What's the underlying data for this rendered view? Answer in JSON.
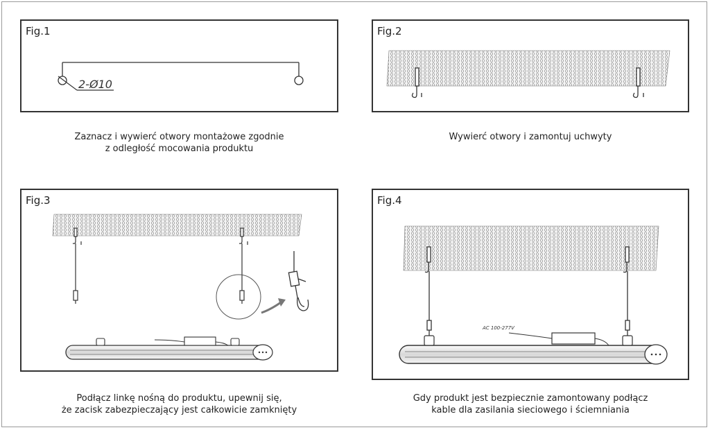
{
  "figures": [
    {
      "label": "Fig.1",
      "annotation": "2-Ø10"
    },
    {
      "label": "Fig.2"
    },
    {
      "label": "Fig.3"
    },
    {
      "label": "Fig.4",
      "annotation": "AC 100-277V"
    }
  ],
  "captions": [
    {
      "line1": "Zaznacz i wywierć otwory montażowe zgodnie",
      "line2": "z odległość mocowania produktu"
    },
    {
      "line1": "Wywierć otwory i zamontuj uchwyty",
      "line2": ""
    },
    {
      "line1": "Podłącz linkę nośną do produktu, upewnij się,",
      "line2": "że zacisk zabezpieczający jest całkowicie zamknięty"
    },
    {
      "line1": "Gdy produkt jest bezpiecznie zamontowany podłącz",
      "line2": "kable dla zasilania sieciowego i ściemniania"
    }
  ]
}
